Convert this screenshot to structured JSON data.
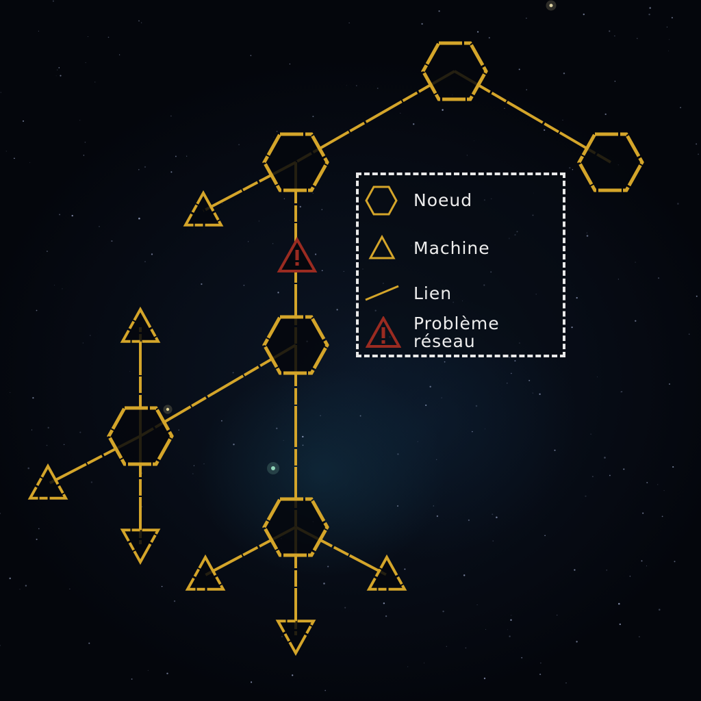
{
  "legend": {
    "items": [
      {
        "icon": "hexagon-node-icon",
        "label": "Noeud"
      },
      {
        "icon": "triangle-machine-icon",
        "label": "Machine"
      },
      {
        "icon": "link-line-icon",
        "label": "Lien"
      },
      {
        "icon": "warning-triangle-icon",
        "label_line1": "Problème",
        "label_line2": "réseau"
      }
    ]
  },
  "colors": {
    "link": "#d4a52a",
    "problem": "#9a2b21",
    "legend_border": "#e9e9e9",
    "legend_text": "#ededed"
  }
}
